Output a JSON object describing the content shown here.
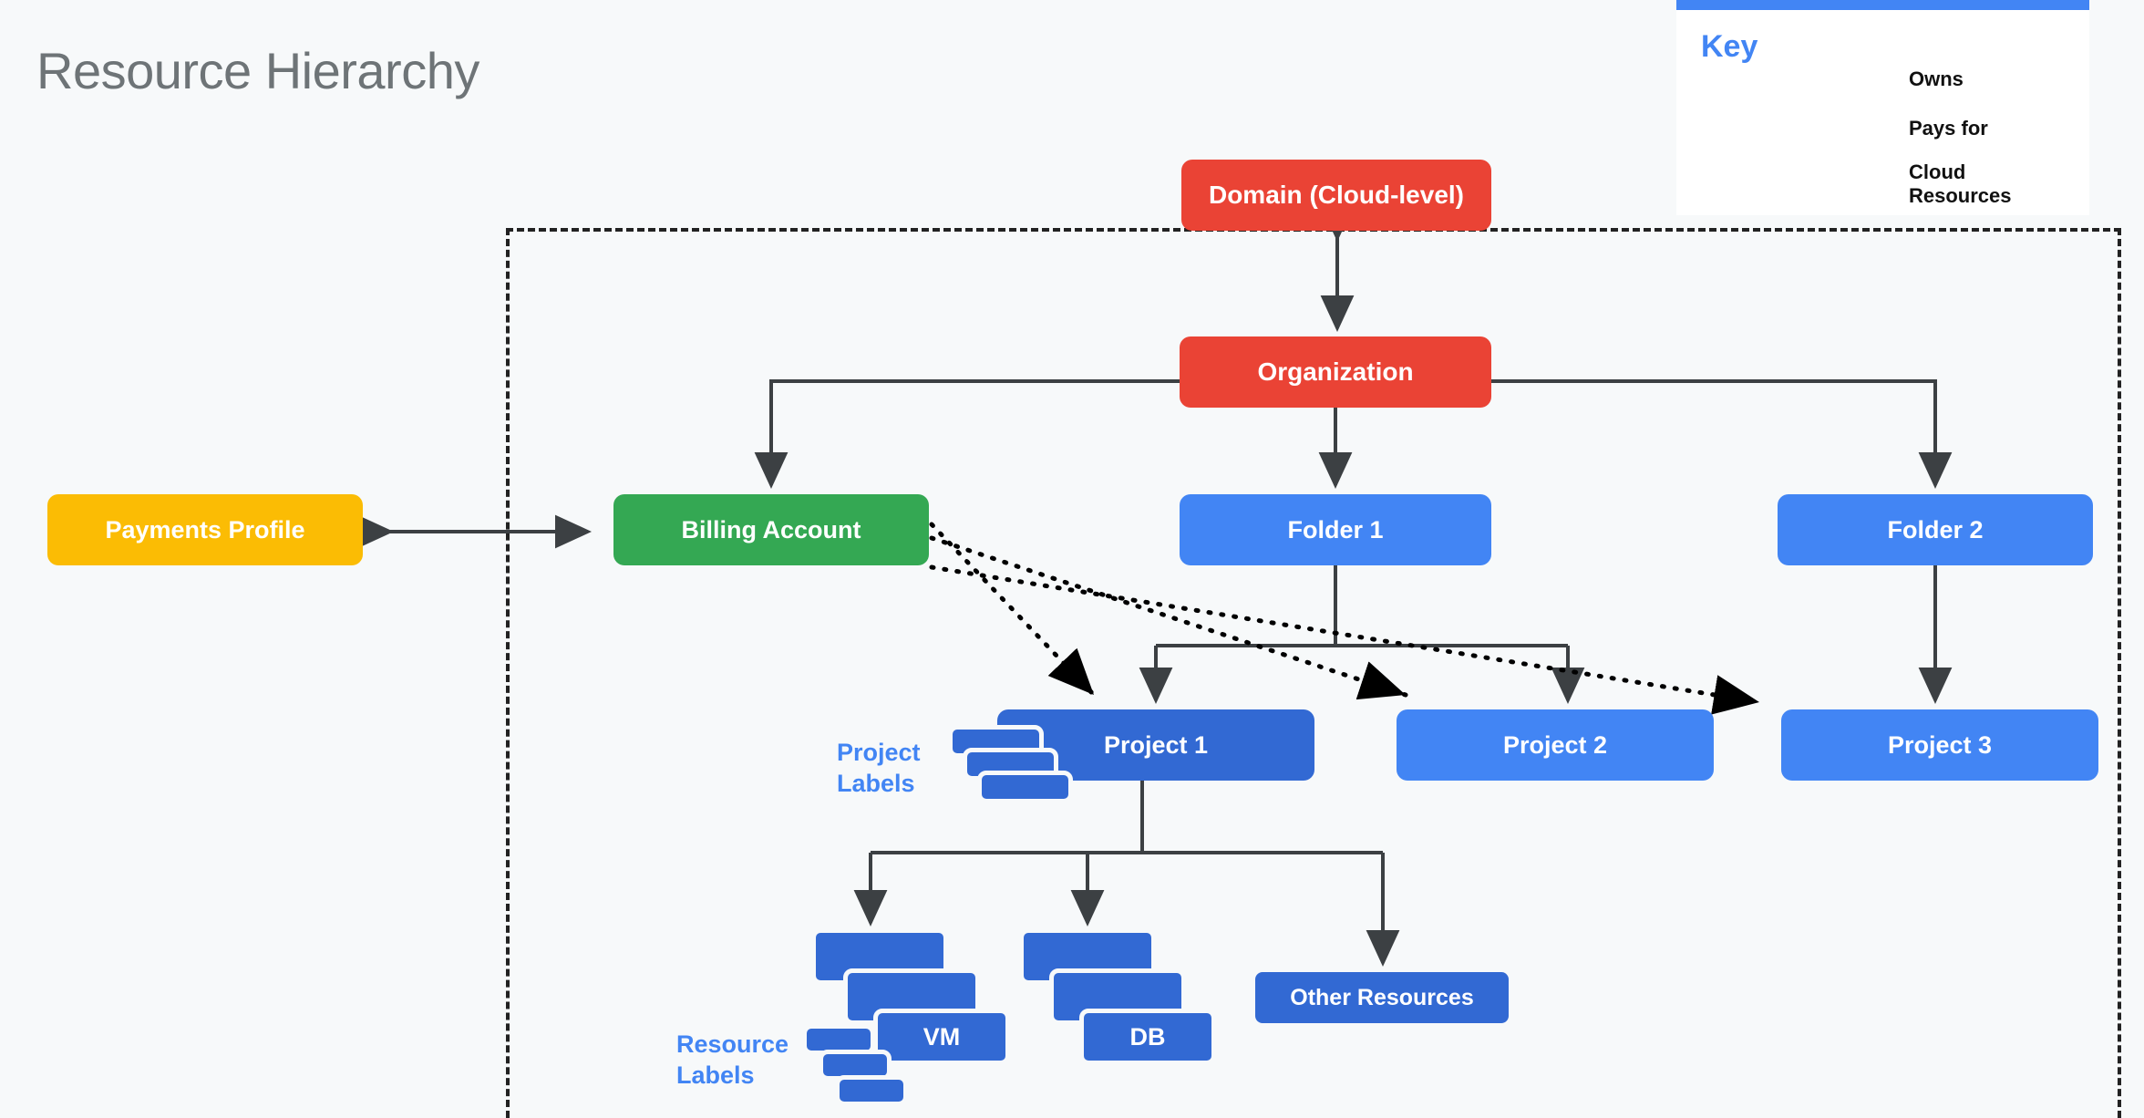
{
  "page": {
    "title": "Resource Hierarchy",
    "background_color": "#f7f9fa",
    "title_color": "#6e7477"
  },
  "legend": {
    "title": "Key",
    "accent_color": "#4285f4",
    "items": [
      {
        "style": "solid",
        "label": "Owns"
      },
      {
        "style": "dotted",
        "label": "Pays for"
      },
      {
        "style": "dashed",
        "label": "Cloud Resources"
      }
    ]
  },
  "colors": {
    "red": "#ea4335",
    "green": "#34a853",
    "yellow": "#fbbc04",
    "blue": "#4285f4",
    "dark_blue": "#3269d3",
    "line": "#3c4043"
  },
  "nodes": {
    "domain": "Domain (Cloud-level)",
    "organization": "Organization",
    "payments_profile": "Payments Profile",
    "billing_account": "Billing Account",
    "folder1": "Folder 1",
    "folder2": "Folder 2",
    "project1": "Project 1",
    "project2": "Project 2",
    "project3": "Project 3",
    "vm": "VM",
    "db": "DB",
    "other_resources": "Other Resources"
  },
  "annotations": {
    "project_labels": "Project Labels",
    "resource_labels": "Resource Labels"
  },
  "chart_data": {
    "type": "diagram",
    "title": "Resource Hierarchy",
    "edges": [
      {
        "from": "domain",
        "to": "organization",
        "style": "solid",
        "arrow": "both"
      },
      {
        "from": "organization",
        "to": "billing_account",
        "style": "solid",
        "arrow": "to"
      },
      {
        "from": "organization",
        "to": "folder1",
        "style": "solid",
        "arrow": "to"
      },
      {
        "from": "organization",
        "to": "folder2",
        "style": "solid",
        "arrow": "to"
      },
      {
        "from": "payments_profile",
        "to": "billing_account",
        "style": "solid",
        "arrow": "both"
      },
      {
        "from": "folder1",
        "to": "project1",
        "style": "solid",
        "arrow": "to"
      },
      {
        "from": "folder1",
        "to": "project2",
        "style": "solid",
        "arrow": "to"
      },
      {
        "from": "folder2",
        "to": "project3",
        "style": "solid",
        "arrow": "to"
      },
      {
        "from": "billing_account",
        "to": "project1",
        "style": "dotted",
        "arrow": "to"
      },
      {
        "from": "billing_account",
        "to": "project2",
        "style": "dotted",
        "arrow": "to"
      },
      {
        "from": "billing_account",
        "to": "project3",
        "style": "dotted",
        "arrow": "to"
      },
      {
        "from": "project1",
        "to": "vm",
        "style": "solid",
        "arrow": "to"
      },
      {
        "from": "project1",
        "to": "db",
        "style": "solid",
        "arrow": "to"
      },
      {
        "from": "project1",
        "to": "other_resources",
        "style": "solid",
        "arrow": "to"
      }
    ],
    "boundary": {
      "style": "dashed",
      "label": "Cloud Resources"
    }
  }
}
